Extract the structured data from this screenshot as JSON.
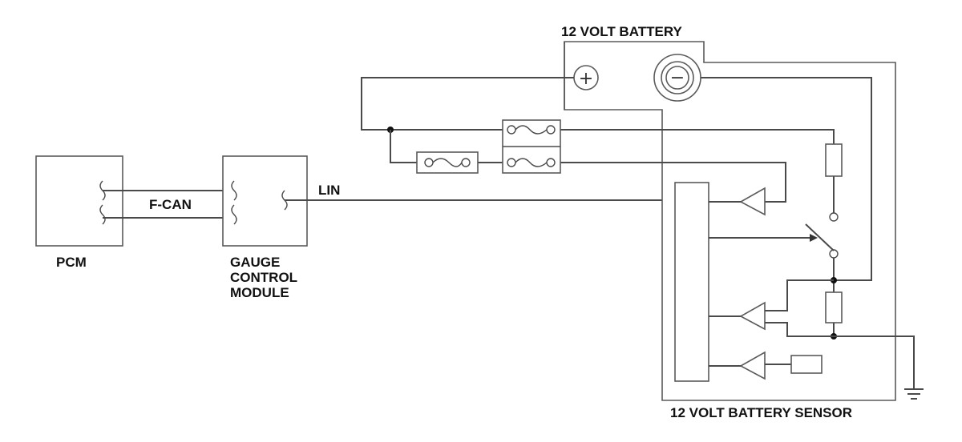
{
  "labels": {
    "battery": "12 VOLT BATTERY",
    "pcm": "PCM",
    "fcan": "F-CAN",
    "gauge_line1": "GAUGE",
    "gauge_line2": "CONTROL",
    "gauge_line3": "MODULE",
    "lin": "LIN",
    "sensor": "12 VOLT BATTERY SENSOR"
  },
  "terminals": {
    "positive": "+",
    "negative": "−"
  }
}
